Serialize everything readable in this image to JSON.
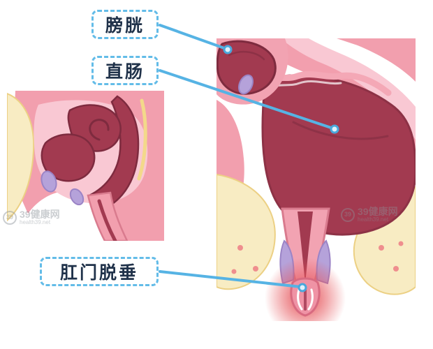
{
  "labels": {
    "bladder": "膀胱",
    "rectum": "直肠",
    "prolapse": "肛门脱垂"
  },
  "watermark": {
    "name": "39健康网",
    "domain": "health39.net",
    "logo": "39"
  },
  "colors": {
    "callout_border": "#63bce8",
    "callout_text": "#20324a",
    "connector_blue": "#56b3e4",
    "tissue_pink": "#f29fae",
    "tissue_pink_outline": "#d97b8e",
    "tissue_light_pink": "#f9c8d3",
    "organ_maroon": "#a23a50",
    "organ_outline": "#7e2b3f",
    "fat_cream": "#f8ecc3",
    "fat_cream_edge": "#ecd084",
    "muscle_purple": "#b5a2da",
    "inflammation_red": "#e1383f"
  }
}
